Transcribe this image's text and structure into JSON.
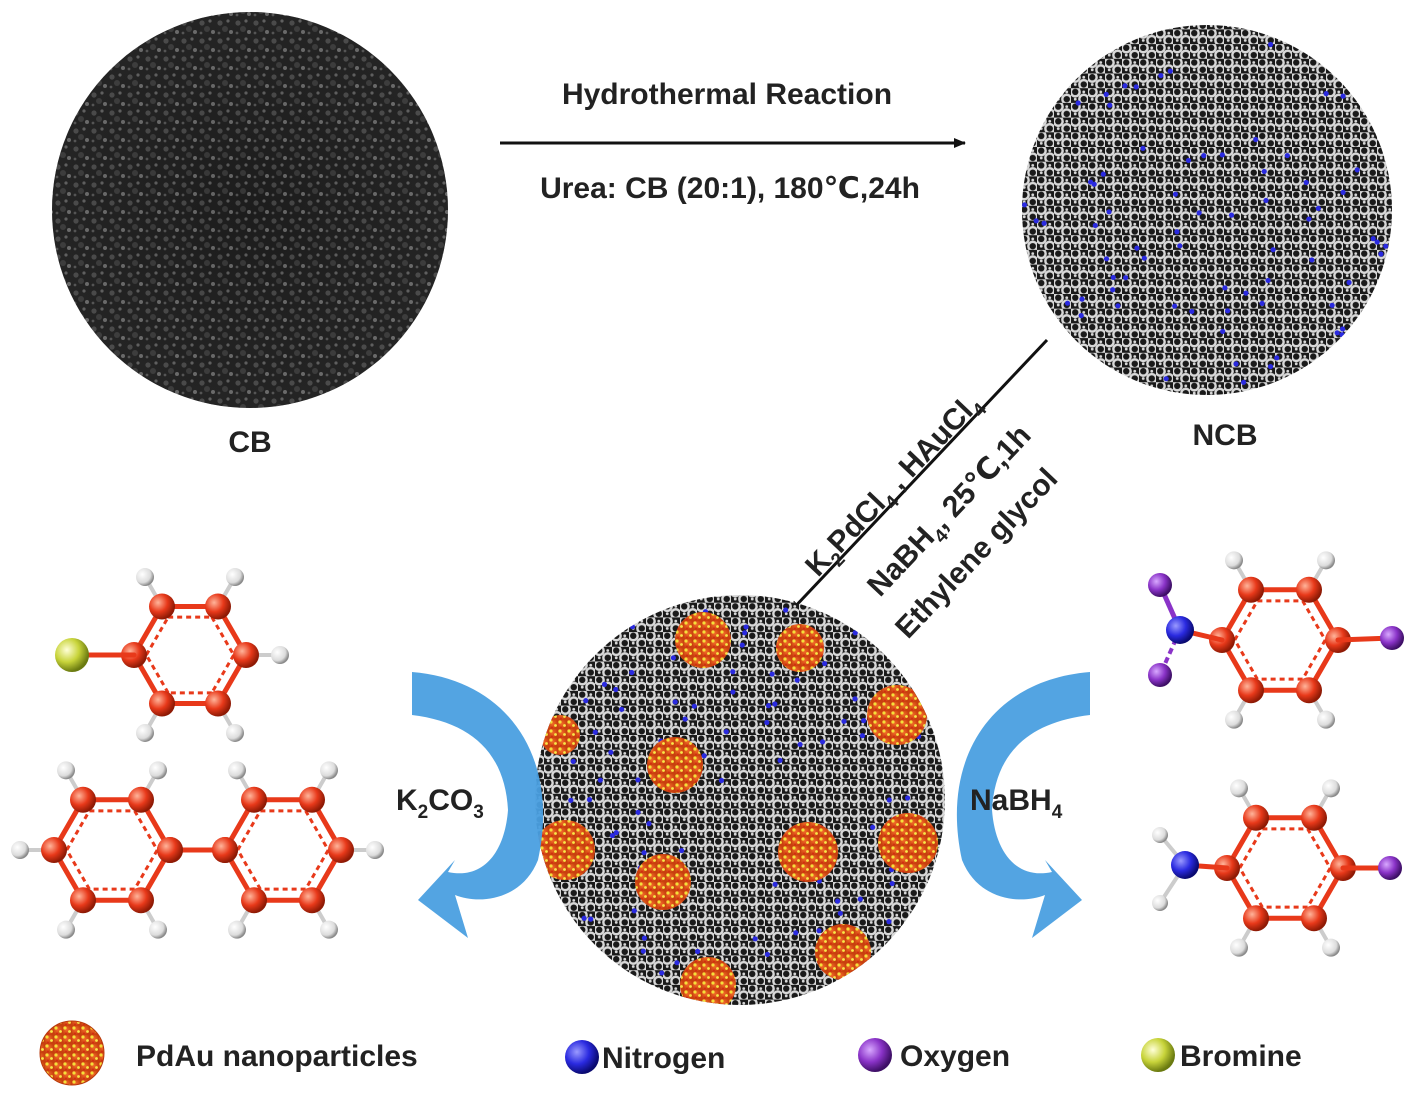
{
  "top_arrow": {
    "label_above": "Hydrothermal Reaction",
    "label_below": "Urea: CB (20:1), 180℃,24h"
  },
  "circles": {
    "cb_label": "CB",
    "ncb_label": "NCB"
  },
  "diag_arrow": {
    "reagents_line1_a": "K",
    "reagents_line1_b": "2",
    "reagents_line1_c": "PdCl",
    "reagents_line1_d": "4",
    "reagents_line1_e": " ,  HAuCl",
    "reagents_line1_f": "4",
    "reagents_line2_a": "NaBH",
    "reagents_line2_b": "4",
    "reagents_line2_c": ", 25℃,1h",
    "reagents_line3": "Ethylene glycol"
  },
  "left_reaction": {
    "reagent_a": "K",
    "reagent_b": "2",
    "reagent_c": "CO",
    "reagent_d": "3"
  },
  "right_reaction": {
    "reagent_a": "NaBH",
    "reagent_b": "4"
  },
  "legend": {
    "pdau": "PdAu nanoparticles",
    "nitrogen": "Nitrogen",
    "oxygen": "Oxygen",
    "bromine": "Bromine"
  },
  "colors": {
    "carbon_atom": "#e8391a",
    "hydrogen_atom": "#e6e6e6",
    "nitrogen_atom": "#2a2ae0",
    "oxygen_atom": "#8a33c8",
    "bromine_atom": "#c8d43a",
    "curved_arrow": "#4a9fe0",
    "lattice": "#dcdcdc"
  }
}
